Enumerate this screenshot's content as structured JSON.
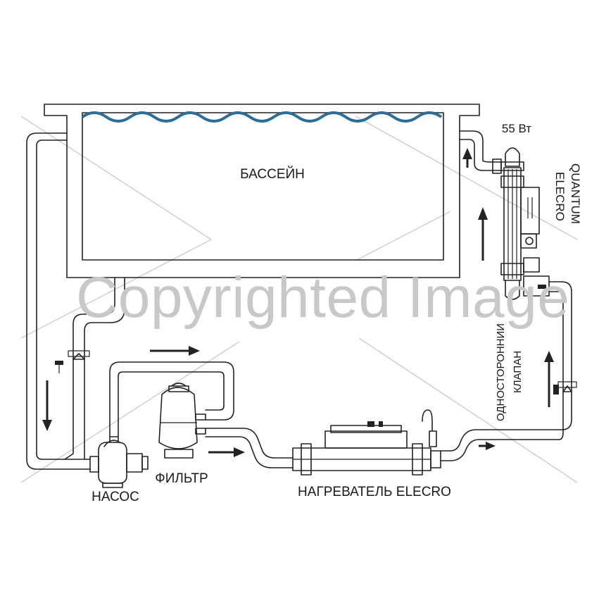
{
  "labels": {
    "pool": "БАССЕЙН",
    "pump": "НАСОС",
    "filter": "ФИЛЬТР",
    "heater": "НАГРЕВАТЕЛЬ ELECRO",
    "power": "55 Вт",
    "uv_line1": "ELECRO",
    "uv_line2": "QUANTUM",
    "valve_line1": "ОДНОСТОРОННИИ",
    "valve_line2": "КЛАПАН"
  },
  "watermark": "Copyrighted Image",
  "colors": {
    "water": "#2b6c99",
    "line": "#222222",
    "watermark": "#c8c8c8"
  }
}
